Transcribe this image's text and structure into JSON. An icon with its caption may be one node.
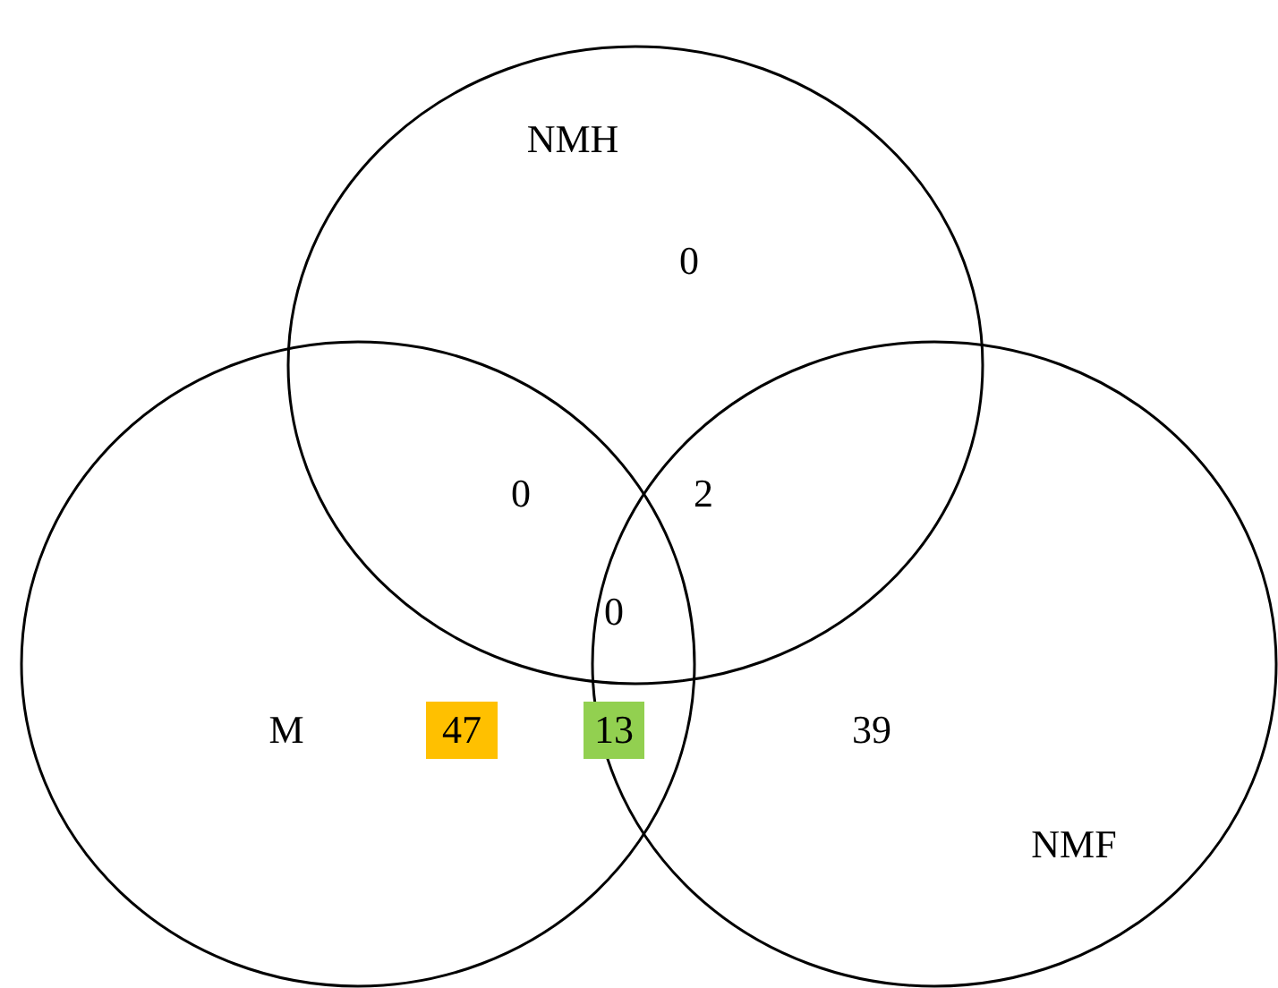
{
  "diagram": {
    "nodes": [
      {
        "text": [
          "NMH"
        ]
      },
      {
        "text": [
          "M"
        ]
      },
      {
        "text": [
          "NMF"
        ]
      },
      {
        "text": [
          "47"
        ],
        "in": 1
      },
      {
        "text": [
          "13"
        ],
        "in": 1
      }
    ],
    "labels": [
      "0",
      "0",
      "2",
      "0",
      "39"
    ]
  }
}
